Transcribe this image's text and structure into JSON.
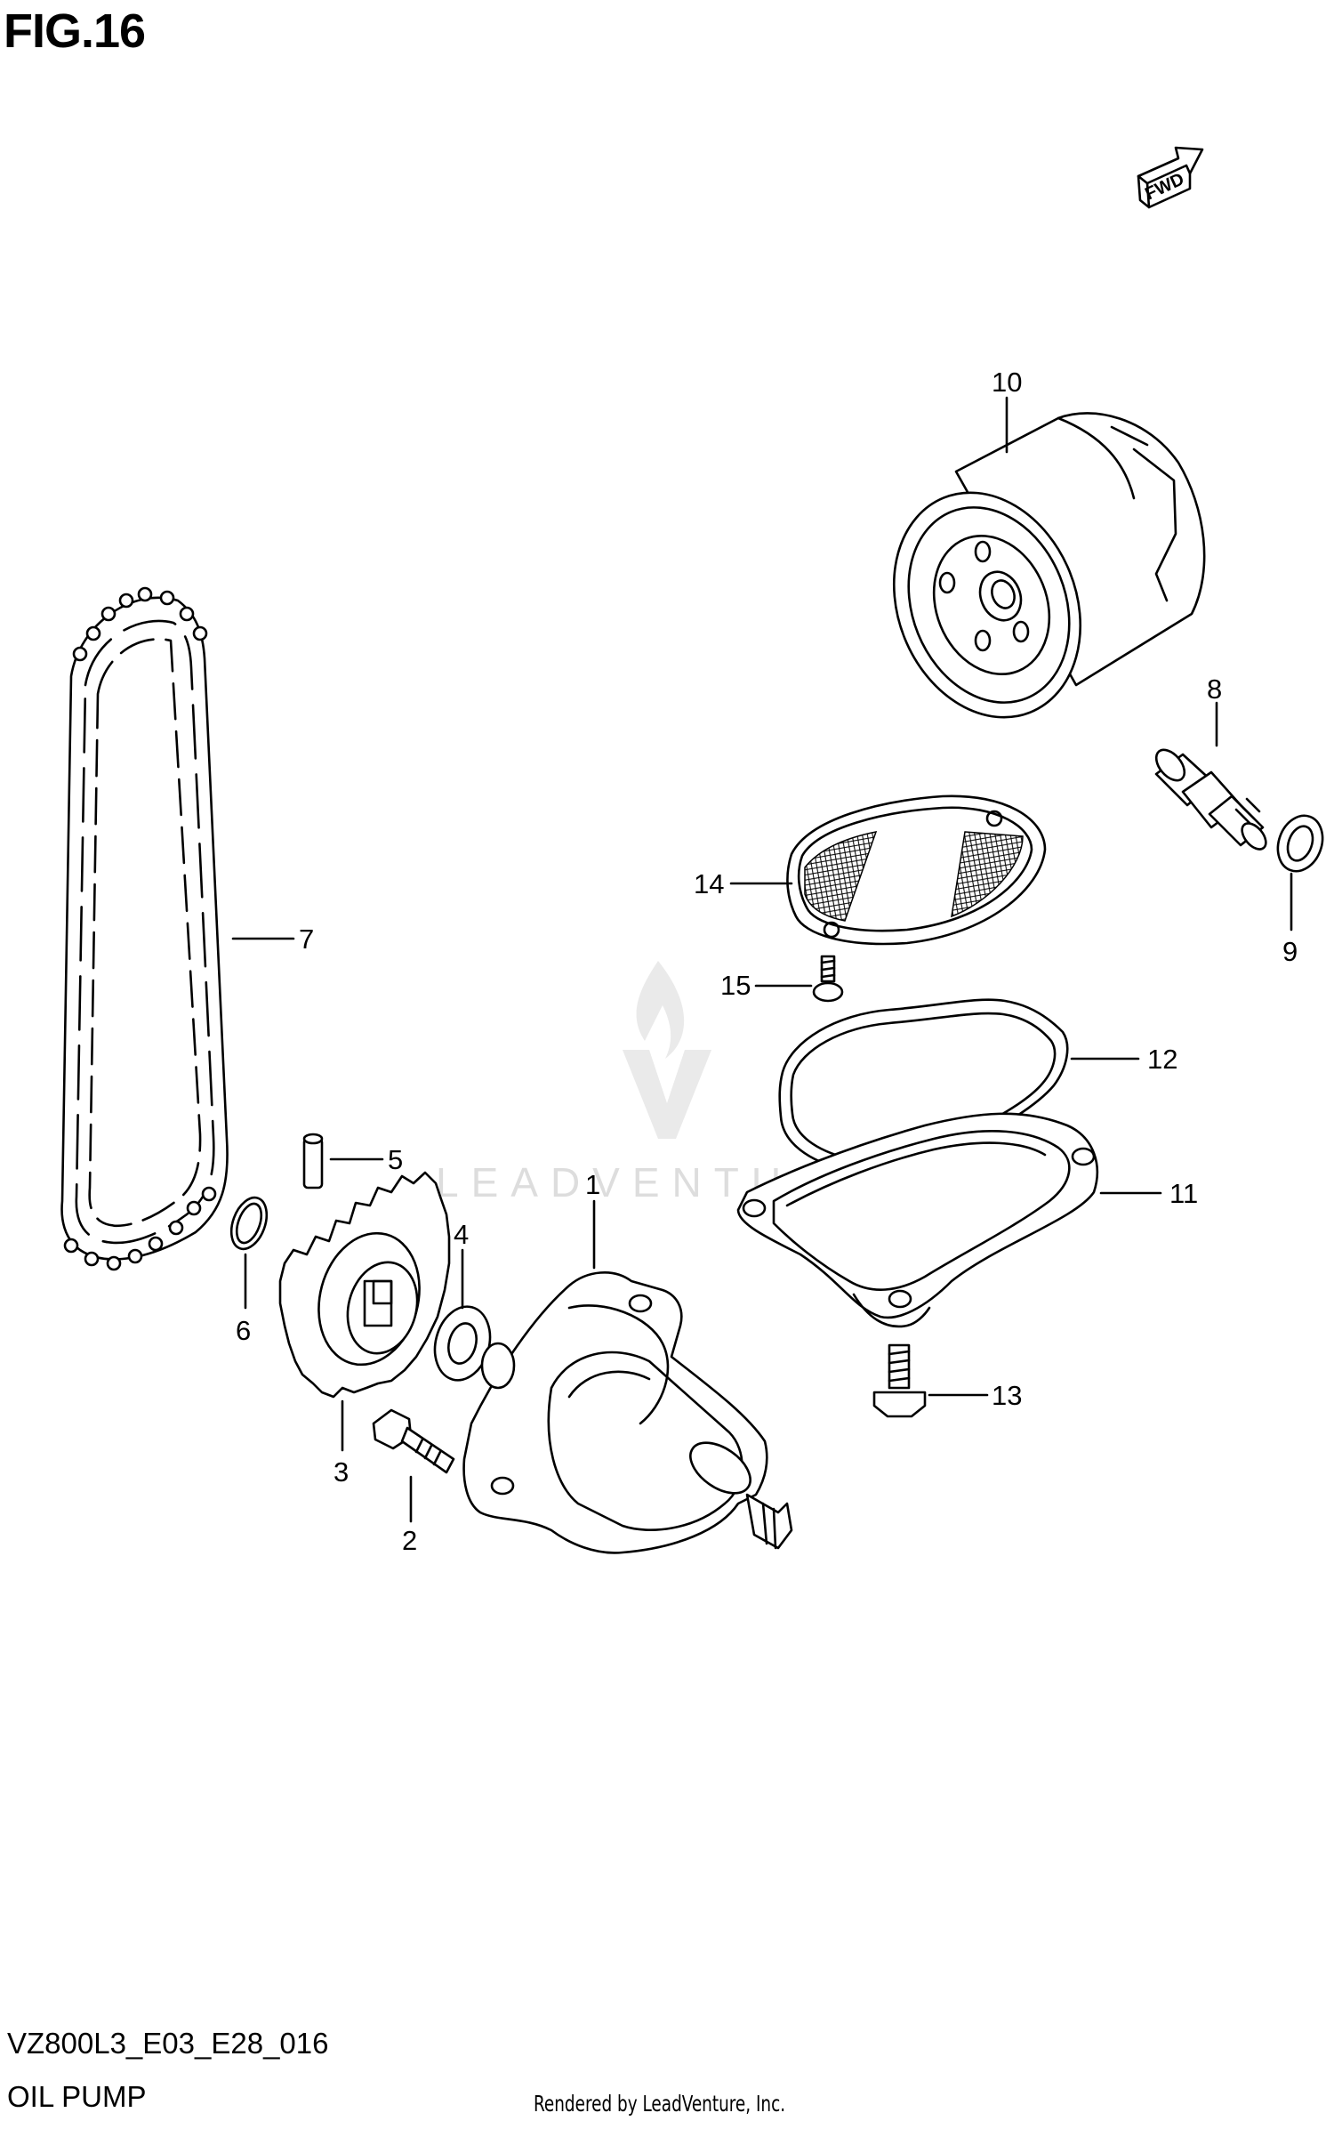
{
  "header": {
    "figure_title": "FIG.16"
  },
  "footer": {
    "diagram_code": "VZ800L3_E03_E28_016",
    "section_name": "OIL PUMP",
    "credit": "Rendered by LeadVenture, Inc."
  },
  "direction_marker": {
    "label": "FWD"
  },
  "watermark": {
    "text": "LEADVENTURE"
  },
  "callouts": [
    "1",
    "2",
    "3",
    "4",
    "5",
    "6",
    "7",
    "8",
    "9",
    "10",
    "11",
    "12",
    "13",
    "14",
    "15"
  ]
}
